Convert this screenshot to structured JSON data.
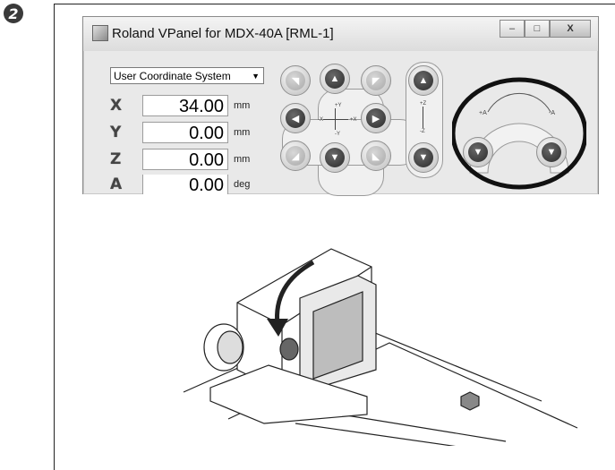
{
  "step_number": "2",
  "window": {
    "title": "Roland VPanel for MDX-40A [RML-1]",
    "buttons": {
      "minimize": "–",
      "maximize": "□",
      "close": "X"
    }
  },
  "coordinate_system": {
    "selected": "User Coordinate System"
  },
  "coords": [
    {
      "axis": "X",
      "value": "34.00",
      "unit": "mm"
    },
    {
      "axis": "Y",
      "value": "0.00",
      "unit": "mm"
    },
    {
      "axis": "Z",
      "value": "0.00",
      "unit": "mm"
    },
    {
      "axis": "A",
      "value": "0.00",
      "unit": "deg"
    }
  ],
  "jog_labels": {
    "plus_y": "+Y",
    "minus_y": "-Y",
    "minus_x": "-X",
    "plus_x": "+X",
    "plus_z": "+Z",
    "minus_z": "-Z",
    "plus_a": "+A",
    "minus_a": "-A"
  },
  "highlight_color": "#111111",
  "icons": {
    "jog_arrows": [
      "triangle-up",
      "triangle-down",
      "triangle-left",
      "triangle-right"
    ],
    "annotation": "curved-arrow-icon"
  }
}
